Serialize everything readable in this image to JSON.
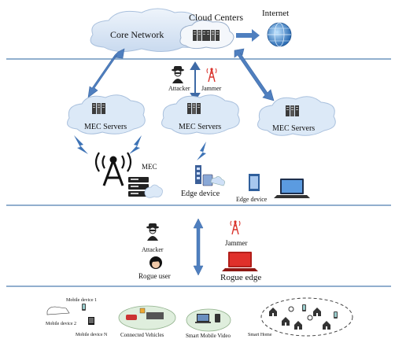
{
  "labels": {
    "core_network": "Core Network",
    "cloud_centers": "Cloud Centers",
    "internet": "Internet",
    "attacker_top": "Attacker",
    "jammer_top": "Jammer",
    "mec_servers_left": "MEC Servers",
    "mec_servers_center": "MEC Servers",
    "mec_servers_right": "MEC Servers",
    "mec": "MEC",
    "edge_device_center": "Edge device",
    "edge_device_right": "Edge device",
    "attacker_mid": "Attacker",
    "jammer_mid": "Jammer",
    "rogue_user": "Rogue user",
    "rogue_edge": "Rogue edge",
    "mobile_device_1": "Mobile device 1",
    "mobile_device_2": "Mobile device 2",
    "mobile_device_n": "Mobile device N",
    "connected_vehicles": "Connected Vehicles",
    "smart_mobile_video": "Smart Mobile Video",
    "smart_home": "Smart Home"
  },
  "colors": {
    "divider": "#4f7fb0",
    "arrow": "#4f7fbf",
    "cloud_fill": "#d9e6f5",
    "mec_cloud_fill": "#dce9f7",
    "red": "#e0302a",
    "green_oval": "#dfeedd"
  },
  "icons": {
    "attacker": "spy-icon",
    "jammer": "antenna-icon",
    "internet": "globe-icon",
    "mec_tower": "tower-icon",
    "server": "server-rack-icon",
    "laptop": "laptop-icon",
    "rogue_edge": "laptop-icon",
    "smart_home": "house-icon"
  }
}
